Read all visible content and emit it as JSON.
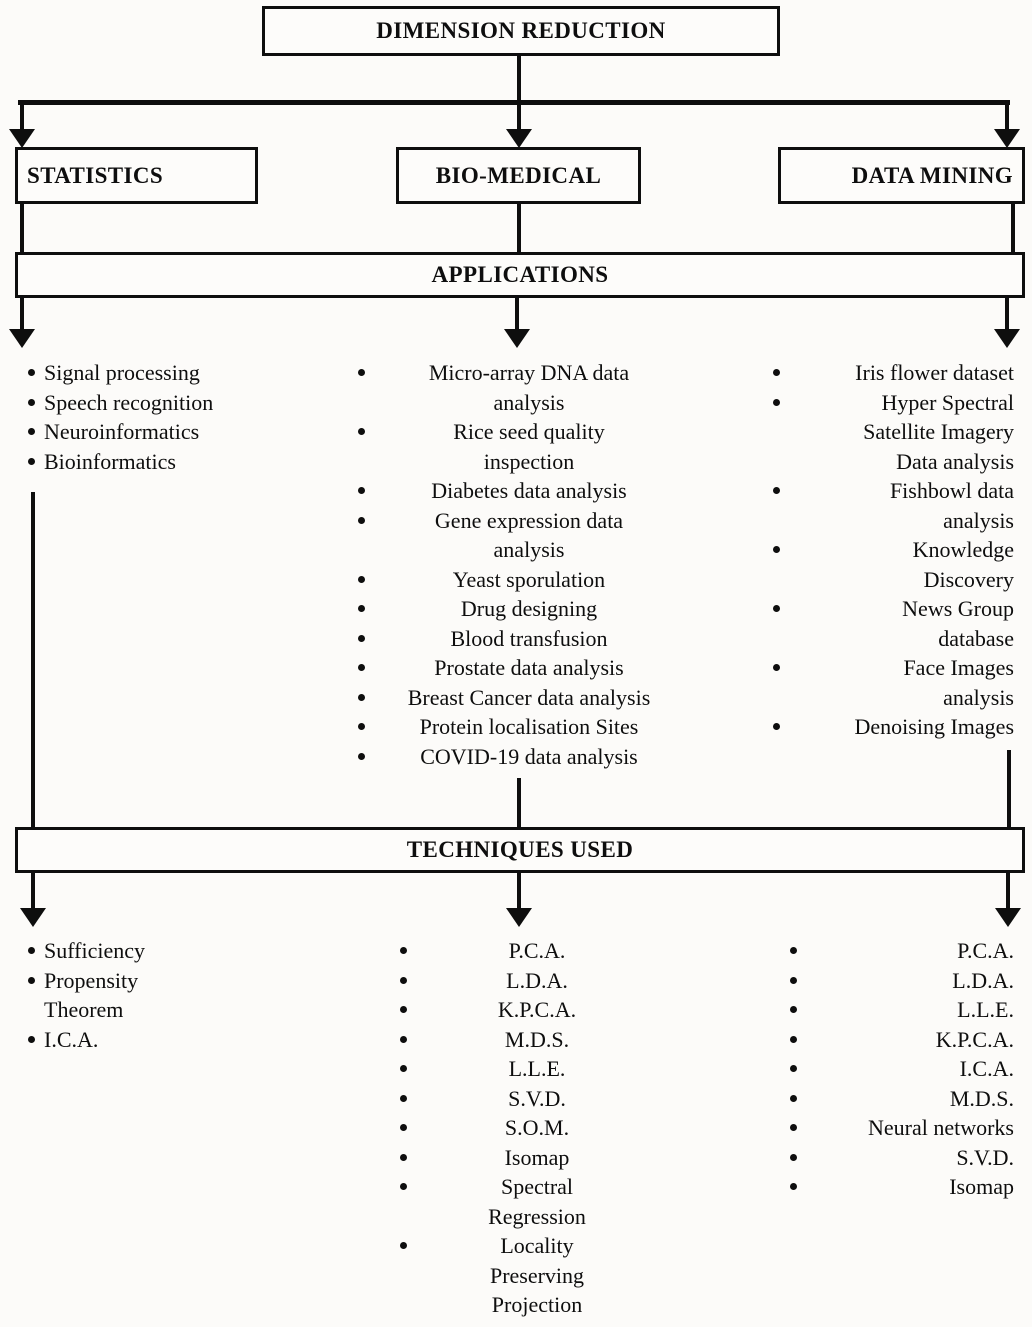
{
  "colors": {
    "ink": "#0e0e0e",
    "background": "#fcfbf9",
    "box_fill": "#fdfcfa"
  },
  "flow": {
    "title": "DIMENSION REDUCTION",
    "applications_header": "APPLICATIONS",
    "techniques_header": "TECHNIQUES USED",
    "categories": [
      {
        "id": "statistics",
        "label": "STATISTICS"
      },
      {
        "id": "bio-medical",
        "label": "BIO-MEDICAL"
      },
      {
        "id": "data-mining",
        "label": "DATA MINING"
      }
    ],
    "applications": {
      "statistics": [
        "Signal processing",
        "Speech recognition",
        "Neuroinformatics",
        "Bioinformatics"
      ],
      "bio_medical": [
        "Micro-array DNA data\nanalysis",
        "Rice seed quality\ninspection",
        "Diabetes data analysis",
        "Gene expression data\nanalysis",
        "Yeast sporulation",
        "Drug designing",
        "Blood transfusion",
        "Prostate data analysis",
        "Breast Cancer data analysis",
        "Protein localisation Sites",
        "COVID-19 data analysis"
      ],
      "data_mining": [
        "Iris flower dataset",
        "Hyper Spectral\nSatellite Imagery\nData analysis",
        "Fishbowl data\nanalysis",
        "Knowledge\nDiscovery",
        "News Group\ndatabase",
        "Face Images\nanalysis",
        "Denoising Images"
      ]
    },
    "techniques": {
      "statistics": [
        "Sufficiency",
        "Propensity\nTheorem",
        "I.C.A."
      ],
      "bio_medical": [
        "P.C.A.",
        "L.D.A.",
        "K.P.C.A.",
        "M.D.S.",
        "L.L.E.",
        "S.V.D.",
        "S.O.M.",
        "Isomap",
        "Spectral\nRegression",
        "Locality\nPreserving\nProjection"
      ],
      "data_mining": [
        "P.C.A.",
        "L.D.A.",
        "L.L.E.",
        "K.P.C.A.",
        "I.C.A.",
        "M.D.S.",
        "Neural networks",
        "S.V.D.",
        "Isomap"
      ]
    }
  }
}
